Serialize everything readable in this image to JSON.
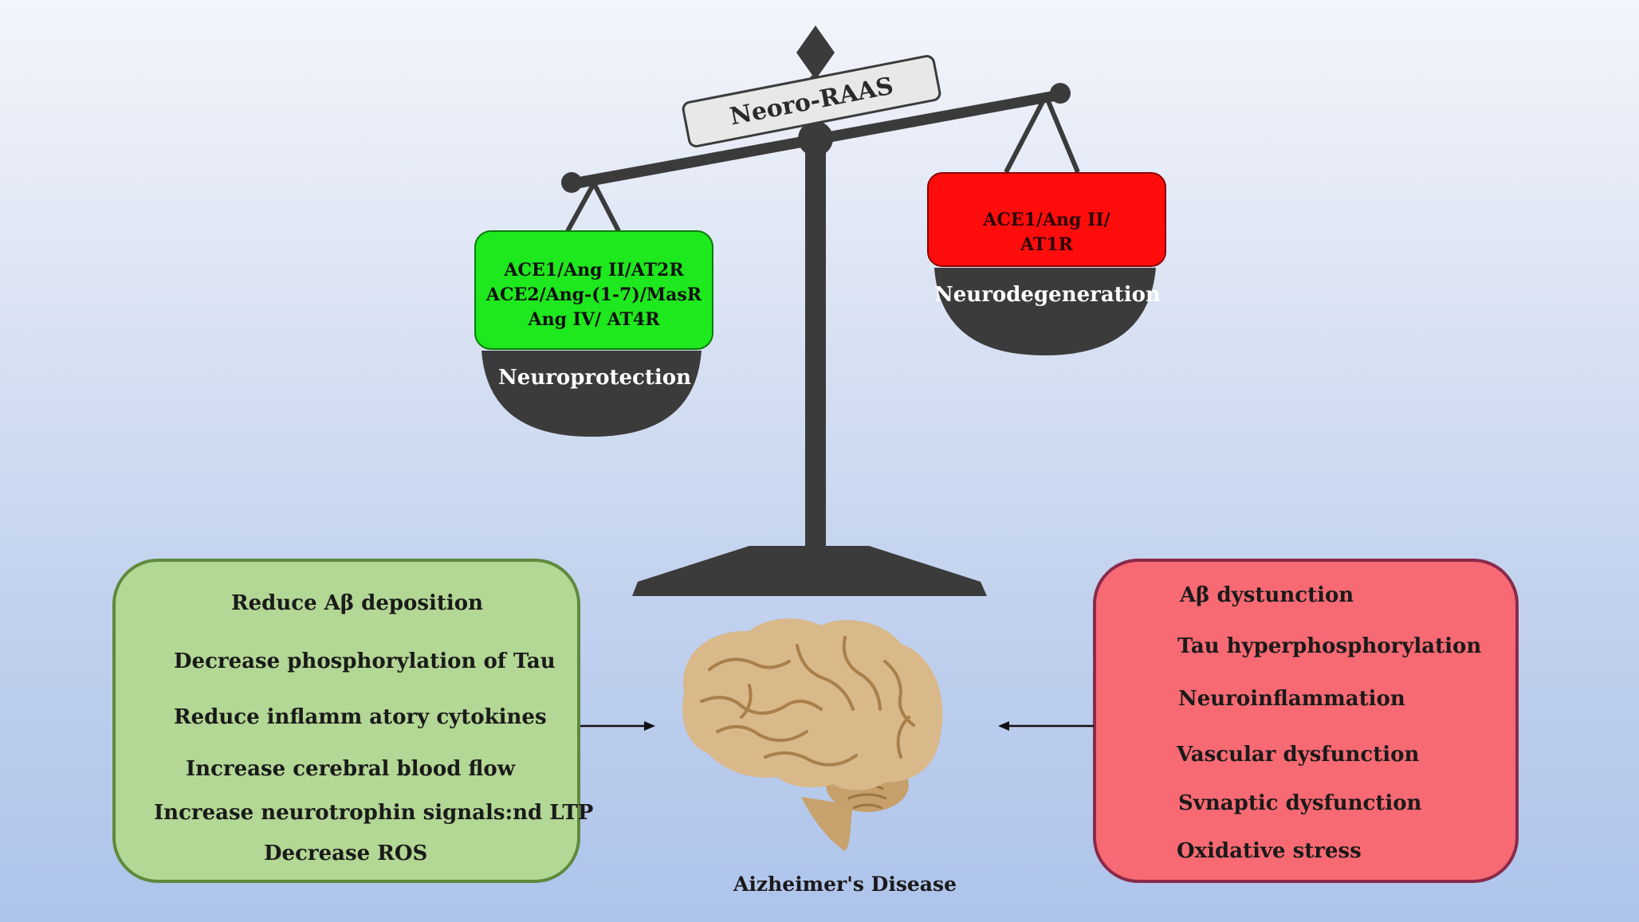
{
  "scale": {
    "title": "Neoro-RAAS"
  },
  "left_pan": {
    "pathways": [
      "ACE1/Ang II/AT2R",
      "ACE2/Ang-(1-7)/MasR",
      "Ang IV/ AT4R"
    ],
    "label": "Neuroprotection",
    "color": "#1ee81e"
  },
  "right_pan": {
    "pathways": [
      "ACE1/Ang II/",
      "AT1R"
    ],
    "label": "Neurodegeneration",
    "color": "#ff0d0d"
  },
  "left_box": {
    "color": "#b3d794",
    "items": [
      "Reduce Aβ deposition",
      "Decrease phosphorylation of Tau",
      "Reduce inflamm atory cytokines",
      "Increase cerebral blood flow",
      "Increase neurotrophin signals:nd LTP",
      "Decrease ROS"
    ]
  },
  "right_box": {
    "color": "#f76a73",
    "items": [
      "Aβ dystunction",
      "Tau hyperphosphorylation",
      "Neuroinflammation",
      "Vascular dysfunction",
      "Svnaptic dysfunction",
      "Oxidative stress"
    ]
  },
  "brain": {
    "caption": "Aizheimer's Disease",
    "color": "#d9b88a"
  }
}
